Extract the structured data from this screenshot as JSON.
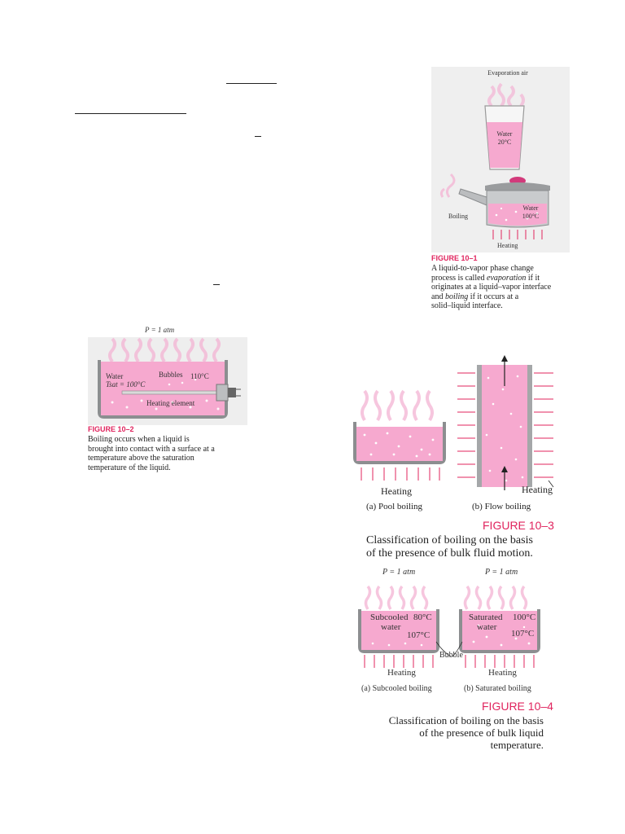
{
  "colors": {
    "accent": "#e0245e",
    "liquid": "#f6a9cf",
    "vapor": "#f9cde3",
    "vessel": "#a5a7a9"
  },
  "fig1": {
    "evap_air": "Evaporation air",
    "water_glass": "Water 20°C",
    "water_pot": "Water 100°C",
    "boiling": "Boiling",
    "heating": "Heating",
    "label": "FIGURE 10–1",
    "caption_1": "A liquid-to-vapor phase change",
    "caption_2_pre": "process is called ",
    "caption_2_em": "evaporation",
    "caption_2_post": " if it",
    "caption_3": "originates at a liquid–vapor interface",
    "caption_4_pre": "and ",
    "caption_4_em": "boiling",
    "caption_4_post": " if it occurs at a",
    "caption_5": "solid–liquid interface."
  },
  "fig2": {
    "pressure": "P = 1 atm",
    "water": "Water",
    "tsat": "Tsat = 100°C",
    "bubbles": "Bubbles",
    "temp": "110°C",
    "element": "Heating element",
    "label": "FIGURE 10–2",
    "caption_1": "Boiling occurs when a liquid is",
    "caption_2": "brought into contact with a surface at a",
    "caption_3": "temperature above the saturation",
    "caption_4": "temperature of the liquid."
  },
  "fig3": {
    "heating_pool": "Heating",
    "heating_flow": "Heating",
    "sub_a": "(a) Pool boiling",
    "sub_b": "(b) Flow boiling",
    "label": "FIGURE 10–3",
    "caption_1": "Classification of boiling on the basis",
    "caption_2": "of the presence of bulk fluid motion."
  },
  "fig4": {
    "pressure_a": "P = 1 atm",
    "pressure_b": "P = 1 atm",
    "subcooled": "Subcooled",
    "temp_a": "80°C",
    "water_a": "water",
    "wall_a": "107°C",
    "saturated": "Saturated",
    "temp_b": "100°C",
    "water_b": "water",
    "wall_b": "107°C",
    "bubble": "Bubble",
    "heating_a": "Heating",
    "heating_b": "Heating",
    "sub_a": "(a) Subcooled boiling",
    "sub_b": "(b) Saturated boiling",
    "label": "FIGURE 10–4",
    "caption_1": "Classification of boiling on the basis",
    "caption_2": "of the presence of bulk liquid",
    "caption_3": "temperature."
  }
}
